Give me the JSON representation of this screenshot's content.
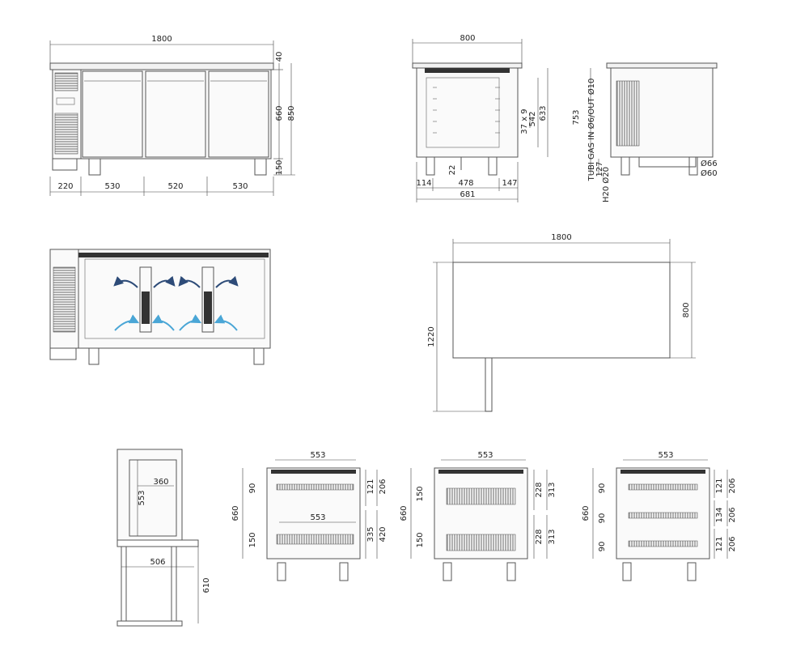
{
  "front_view": {
    "width_total": "1800",
    "top_thickness": "40",
    "cabinet_height": "660",
    "total_height": "850",
    "leg_height": "150",
    "segments": [
      "220",
      "530",
      "520",
      "530"
    ]
  },
  "side_view": {
    "width_total": "800",
    "shelf_spacing": "37 x 9",
    "inner_h1": "542",
    "inner_h2": "633",
    "drain_offset": "22",
    "left_offset": "114",
    "inner_width": "478",
    "right_offset": "147",
    "depth": "681"
  },
  "rear_view": {
    "height_label": "753",
    "gas_label": "TUBI GAS IN Ø6/OUT Ø10",
    "label_127": "127",
    "water_label": "H20 Ø20",
    "dia_66": "Ø66",
    "dia_60": "Ø60"
  },
  "plan_view": {
    "length": "1800",
    "depth": "800",
    "overall_depth": "1220"
  },
  "shelf_view": {
    "shelf_height": "553",
    "shelf_width": "360",
    "base_width": "506",
    "stand_height": "610"
  },
  "drawer_config_1": {
    "top_width": "553",
    "total_height": "660",
    "left_top": "90",
    "left_bottom": "150",
    "inner_width": "553",
    "right_top_a": "121",
    "right_top_b": "206",
    "right_bottom_a": "335",
    "right_bottom_b": "420"
  },
  "drawer_config_2": {
    "top_width": "553",
    "total_height": "660",
    "left_top": "150",
    "left_bottom": "150",
    "right_top_a": "228",
    "right_top_b": "313",
    "right_bottom_a": "228",
    "right_bottom_b": "313"
  },
  "drawer_config_3": {
    "top_width": "553",
    "total_height": "660",
    "left_1": "90",
    "left_2": "90",
    "left_3": "90",
    "right_1a": "121",
    "right_1b": "206",
    "right_2a": "134",
    "right_2b": "206",
    "right_3a": "121",
    "right_3b": "206"
  },
  "colors": {
    "line": "#555555",
    "airflow_dark": "#2d4b78",
    "airflow_light": "#4aa6d6"
  }
}
